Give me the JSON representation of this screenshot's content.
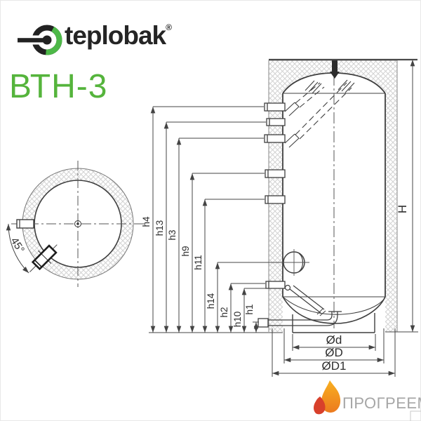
{
  "brand": {
    "name": "teplobak",
    "registered_mark": "®",
    "model": "ВТН-3"
  },
  "drawing": {
    "angle_label": "45°",
    "height_label": "H",
    "height_dims": [
      {
        "label": "h4"
      },
      {
        "label": "h13"
      },
      {
        "label": "h3"
      },
      {
        "label": "h9"
      },
      {
        "label": "h11"
      },
      {
        "label": "h14"
      },
      {
        "label": "h2"
      },
      {
        "label": "h10"
      },
      {
        "label": "h1"
      }
    ],
    "diameter_dims": [
      {
        "label": "Ød"
      },
      {
        "label": "ØD"
      },
      {
        "label": "ØD1"
      }
    ]
  },
  "watermark": {
    "text": "ПРОГРЕЕМ"
  },
  "colors": {
    "brand_green": "#4db848",
    "model_green": "#55b43c",
    "line_dark": "#3f3f3f",
    "dimension_gray": "#444444",
    "hatch_gray": "#d2d2d2",
    "flame_orange": "#f6a01d",
    "flame_red": "#d8402b",
    "watermark_gray": "#a6a6a6"
  }
}
